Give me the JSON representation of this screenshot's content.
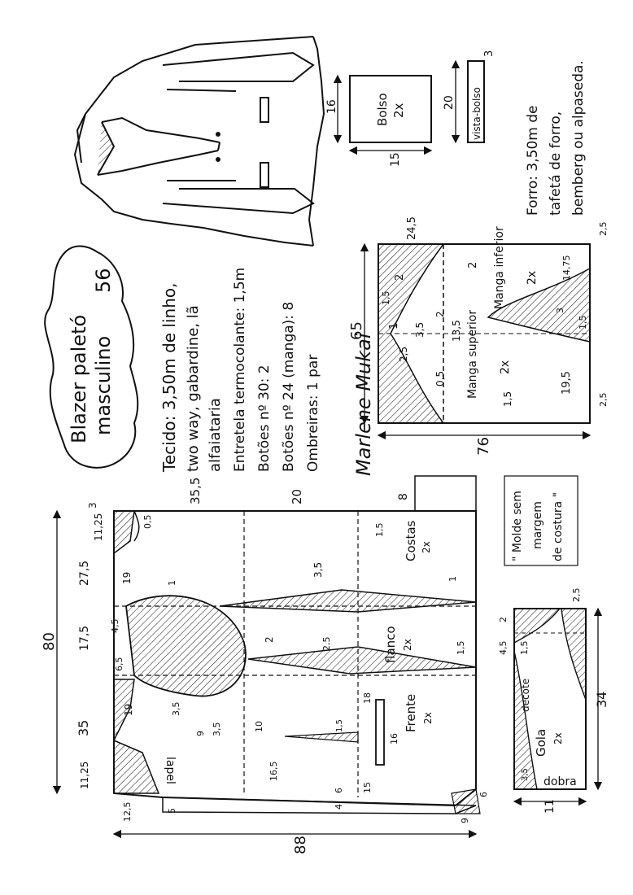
{
  "title": {
    "line1": "Blazer paletó",
    "line2": "masculino",
    "size": "56"
  },
  "materials": [
    "Tecido: 3,50m de linho,",
    "two way, gabardine, lã",
    "alfaiataria",
    "Entretela termocolante: 1,5m",
    "Botões nº 30: 2",
    "Botões nº 24 (manga): 8",
    "Ombreiras: 1 par"
  ],
  "lining_note": [
    "Forro: 3,50m de",
    "tafetá de forro,",
    "bemberg ou alpaseda."
  ],
  "seam_note": [
    "\" Molde sem",
    "margem",
    "de costura \""
  ],
  "signature": "Marlene Mukai",
  "pieces": {
    "bolso": {
      "name": "Bolso",
      "qty": "2x",
      "w": "16",
      "h": "15"
    },
    "vista_bolso": {
      "name": "vista-bolso",
      "w": "20",
      "h": "3"
    },
    "costas": {
      "name": "Costas",
      "qty": "2x"
    },
    "flanco": {
      "name": "flanco",
      "qty": "2x"
    },
    "frente": {
      "name": "Frente",
      "qty": "2x"
    },
    "lapel": "lapel",
    "manga_superior": {
      "name": "Manga superior",
      "qty": "2x"
    },
    "manga_inferior": {
      "name": "Manga inferior",
      "qty": "2x"
    },
    "gola": {
      "name": "Gola",
      "qty": "2x",
      "decote": "decote",
      "dobra": "dobra"
    }
  },
  "body_measures": {
    "total_height": "80",
    "total_width": "88",
    "m35": "35",
    "m17_5": "17,5",
    "m27_5": "27,5",
    "m11_25a": "11,25",
    "m11_25b": "11,25",
    "m3": "3",
    "m35_5": "35,5",
    "m20": "20",
    "m8": "8",
    "m0_5": "0,5",
    "m1_5a": "1,5",
    "m1a": "1",
    "m3_5a": "3,5",
    "m19a": "19",
    "m4_5": "4,5",
    "m6_5": "6,5",
    "m2a": "2",
    "m2_5": "2,5",
    "m1_5b": "1,5",
    "m19b": "19",
    "m3_5b": "3,5",
    "m9": "9",
    "m3_5c": "3,5",
    "m10": "10",
    "m16_5": "16,5",
    "m18": "18",
    "m16": "16",
    "m1_5c": "1,5",
    "m15": "15",
    "m6": "6",
    "m4": "4",
    "m12_5": "12,5",
    "m5": "5",
    "m9b": "9",
    "m6b": "6",
    "m1b": "1",
    "m2b": "2"
  },
  "sleeve_measures": {
    "height": "65",
    "width": "76",
    "m24_5": "24,5",
    "m2a": "2",
    "m2b": "2",
    "m2c": "2",
    "m1": "1",
    "m1_5": "1,5",
    "m3_5": "3,5",
    "m2_5": "2,5",
    "m13_5": "13,5",
    "m0_5": "0,5",
    "m1_5b": "1,5",
    "m19_5": "19,5",
    "m2_5b": "2,5",
    "m2_5c": "2,5",
    "m14_75": "14,75",
    "m3": "3",
    "m1_5c": "1,5"
  },
  "collar_measures": {
    "width": "34",
    "height": "11",
    "m2_5": "2,5",
    "m2": "2",
    "m4_5": "4,5",
    "m1_5": "1,5",
    "m3_5": "3,5"
  }
}
